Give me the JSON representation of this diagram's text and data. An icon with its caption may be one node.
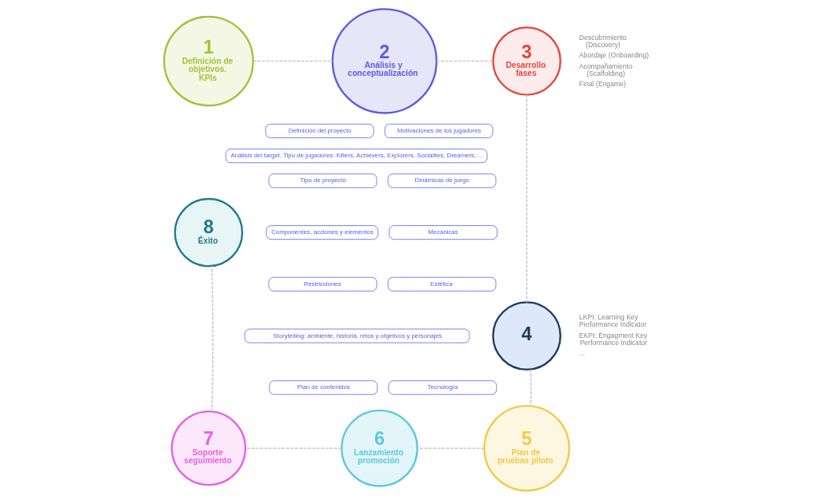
{
  "diagram": {
    "nodes": [
      {
        "text": [
          "1",
          "Definición de objetivos. KPIs"
        ]
      },
      {
        "text": [
          "2",
          "Análisis y conceptualización"
        ]
      },
      {
        "text": [
          "3",
          "Desarrollo fases"
        ],
        "beside": [
          "Descubrimiento (Discovery)",
          "Abordaje (Onboarding)",
          "Acompañamiento (Scaffolding)",
          "Final (Engame)"
        ]
      },
      {
        "text": [
          "4"
        ],
        "beside": [
          "LKPI: Learning Key Performance Indicator",
          "EKPI: Engagment Key Performance Indicator",
          "..."
        ]
      },
      {
        "text": [
          "5",
          "Plan de pruebas piloto"
        ]
      },
      {
        "text": [
          "6",
          "Lanzamiento promoción"
        ]
      },
      {
        "text": [
          "7",
          "Soporte seguimiento"
        ]
      },
      {
        "text": [
          "8",
          "Éxito"
        ]
      },
      {
        "text": [
          "Definición del proyecto"
        ]
      },
      {
        "text": [
          "Motivaciones de los jugadores"
        ]
      },
      {
        "text": [
          "Análisis del target. Tipo de jugadores: Killers, Achievers, Explorers, Socialites, Dreamers, ..."
        ]
      },
      {
        "text": [
          "Tipo de proyecto"
        ]
      },
      {
        "text": [
          "Dinámicas de juego"
        ]
      },
      {
        "text": [
          "Componentes, acciones y elementos"
        ]
      },
      {
        "text": [
          "Mecánicas"
        ]
      },
      {
        "text": [
          "Restricciones"
        ]
      },
      {
        "text": [
          "Estética"
        ]
      },
      {
        "text": [
          "Storytelling: ambiente, historia, retos y objetivos y personajes"
        ]
      },
      {
        "text": [
          "Plan de contenidos"
        ]
      },
      {
        "text": [
          "Tecnología"
        ]
      }
    ],
    "edges": [
      {
        "from": 0,
        "to": 1,
        "arrow": "none",
        "style": "dashed"
      },
      {
        "from": 1,
        "to": 2,
        "arrow": "none",
        "style": "dashed"
      },
      {
        "from": 2,
        "to": 3,
        "arrow": "none",
        "style": "dashed"
      },
      {
        "from": 3,
        "to": 4,
        "arrow": "none",
        "style": "dashed"
      },
      {
        "from": 4,
        "to": 5,
        "arrow": "none",
        "style": "dashed"
      },
      {
        "from": 5,
        "to": 6,
        "arrow": "none",
        "style": "dashed"
      },
      {
        "from": 6,
        "to": 7,
        "arrow": "none",
        "style": "dashed"
      }
    ]
  }
}
